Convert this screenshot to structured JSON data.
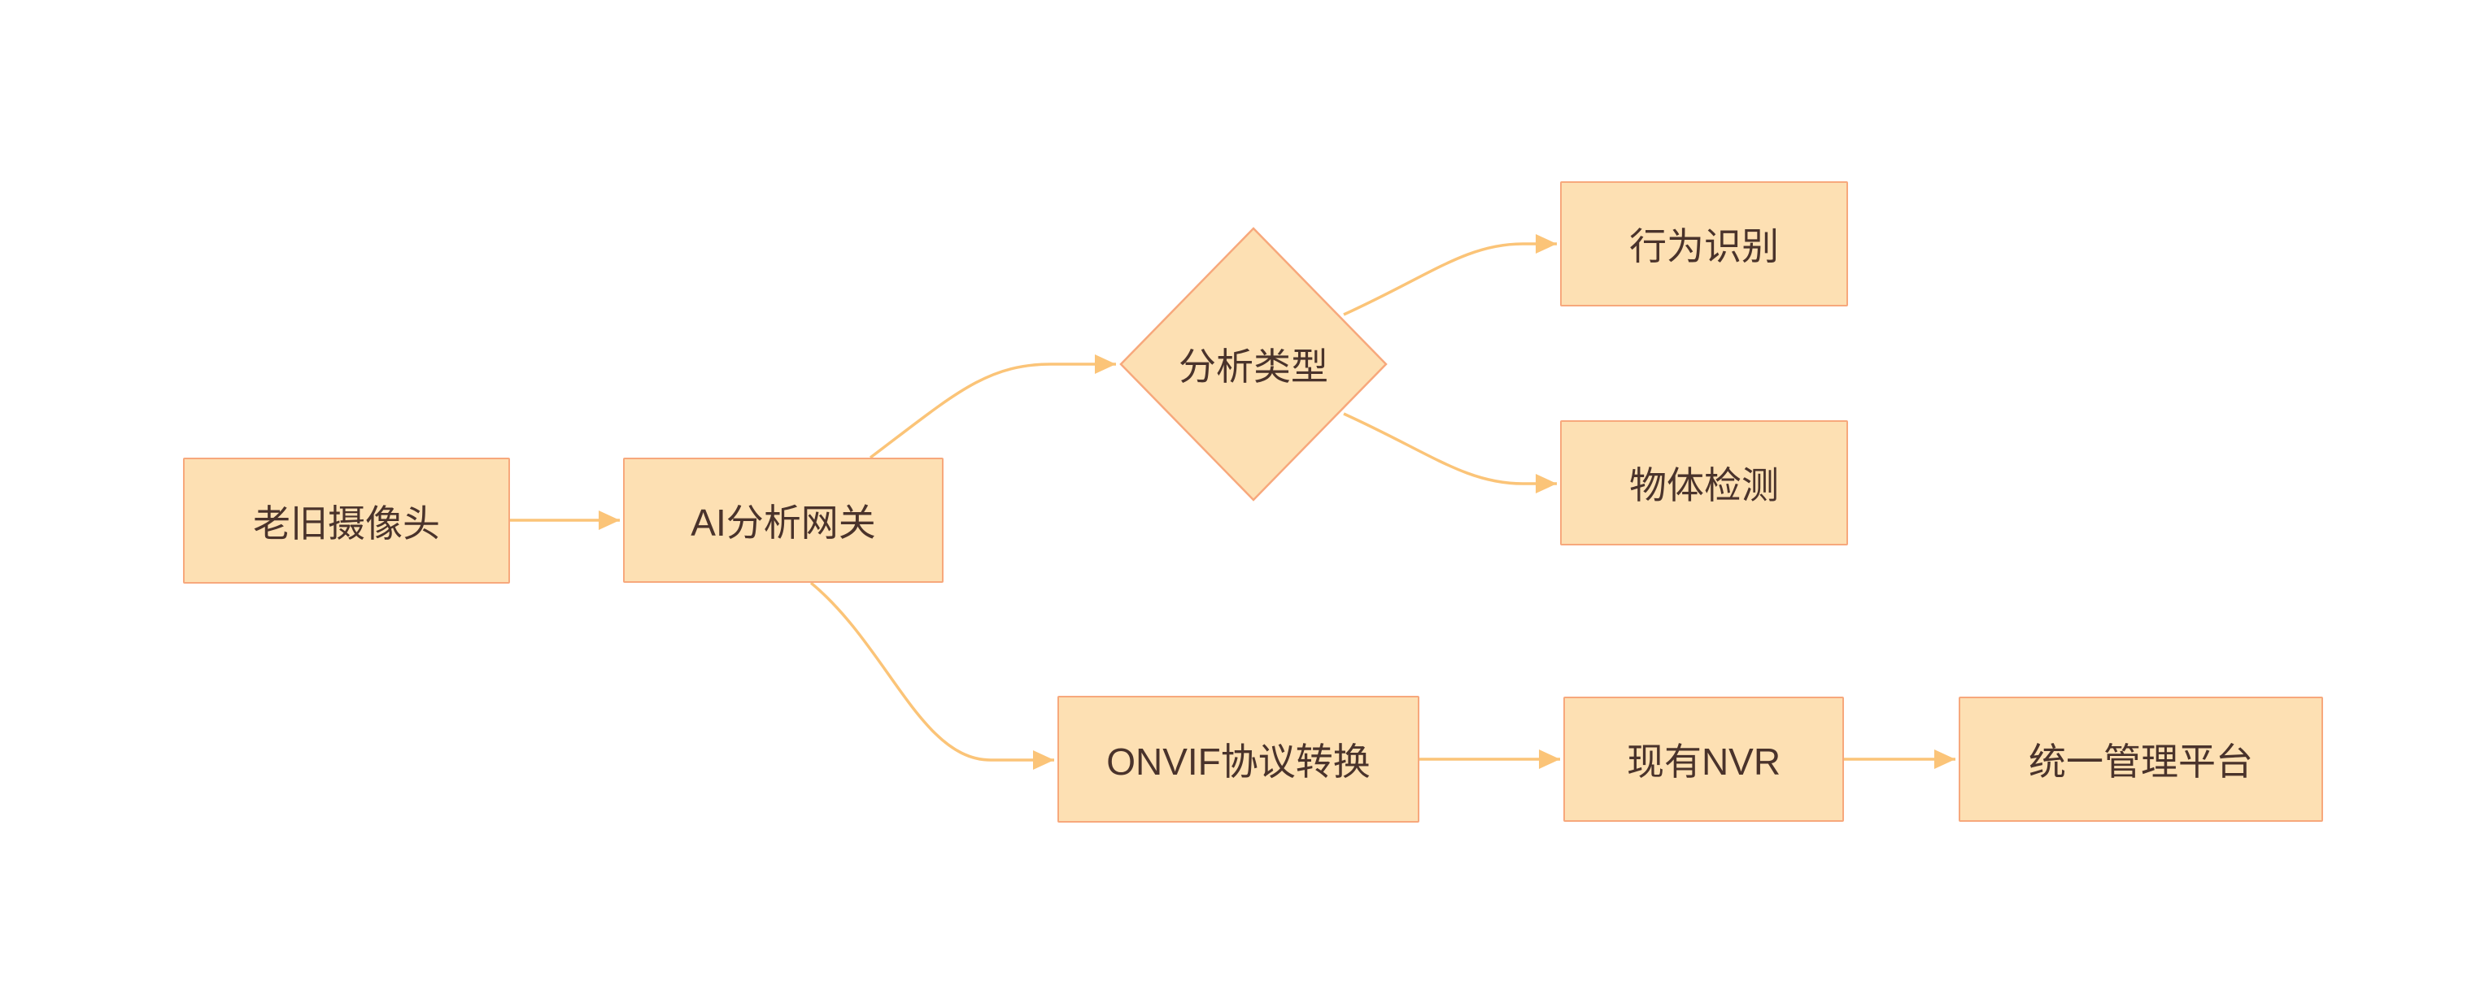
{
  "diagram": {
    "type": "flowchart",
    "background": "#FFFFFF"
  },
  "palette": {
    "node_fill": "#FDE0B3",
    "node_border": "#F7A87C",
    "connector": "#FBC478",
    "text_color": "#4A332B",
    "canvas_bg": "#FFFFFF"
  },
  "nodes": [
    {
      "id": "legacy-camera",
      "label": "老旧摄像头",
      "shape": "rect"
    },
    {
      "id": "ai-gateway",
      "label": "AI分析网关",
      "shape": "rect"
    },
    {
      "id": "analysis-type",
      "label": "分析类型",
      "shape": "diamond"
    },
    {
      "id": "behavior-recognition",
      "label": "行为识别",
      "shape": "rect"
    },
    {
      "id": "object-detection",
      "label": "物体检测",
      "shape": "rect"
    },
    {
      "id": "onvif-conversion",
      "label": "ONVIF协议转换",
      "shape": "rect"
    },
    {
      "id": "existing-nvr",
      "label": "现有NVR",
      "shape": "rect"
    },
    {
      "id": "management-platform",
      "label": "统一管理平台",
      "shape": "rect"
    }
  ],
  "edges": [
    {
      "from": "legacy-camera",
      "to": "ai-gateway"
    },
    {
      "from": "ai-gateway",
      "to": "analysis-type"
    },
    {
      "from": "ai-gateway",
      "to": "onvif-conversion"
    },
    {
      "from": "analysis-type",
      "to": "behavior-recognition"
    },
    {
      "from": "analysis-type",
      "to": "object-detection"
    },
    {
      "from": "onvif-conversion",
      "to": "existing-nvr"
    },
    {
      "from": "existing-nvr",
      "to": "management-platform"
    }
  ]
}
